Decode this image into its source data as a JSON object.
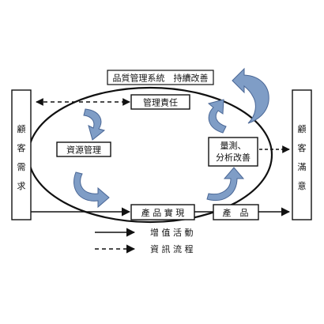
{
  "diagram": {
    "title": "品質管理系統　持續改善",
    "nodes": {
      "customer_requirements": [
        "顧",
        "客",
        "需",
        "求"
      ],
      "customer_satisfaction": [
        "顧",
        "客",
        "滿",
        "意"
      ],
      "management_responsibility": "管理責任",
      "resource_management": "資源管理",
      "measurement_analysis": [
        "量測、",
        "分析改善"
      ],
      "product_realization": "產 品 實 現",
      "product": "產　品"
    },
    "legend": {
      "value_adding": "增 值 活 動",
      "information_flow": "資 訊 流 程"
    }
  },
  "colors": {
    "arrow_fill": "#7f9dc6",
    "arrow_stroke": "#4a6796",
    "line": "#111111"
  }
}
